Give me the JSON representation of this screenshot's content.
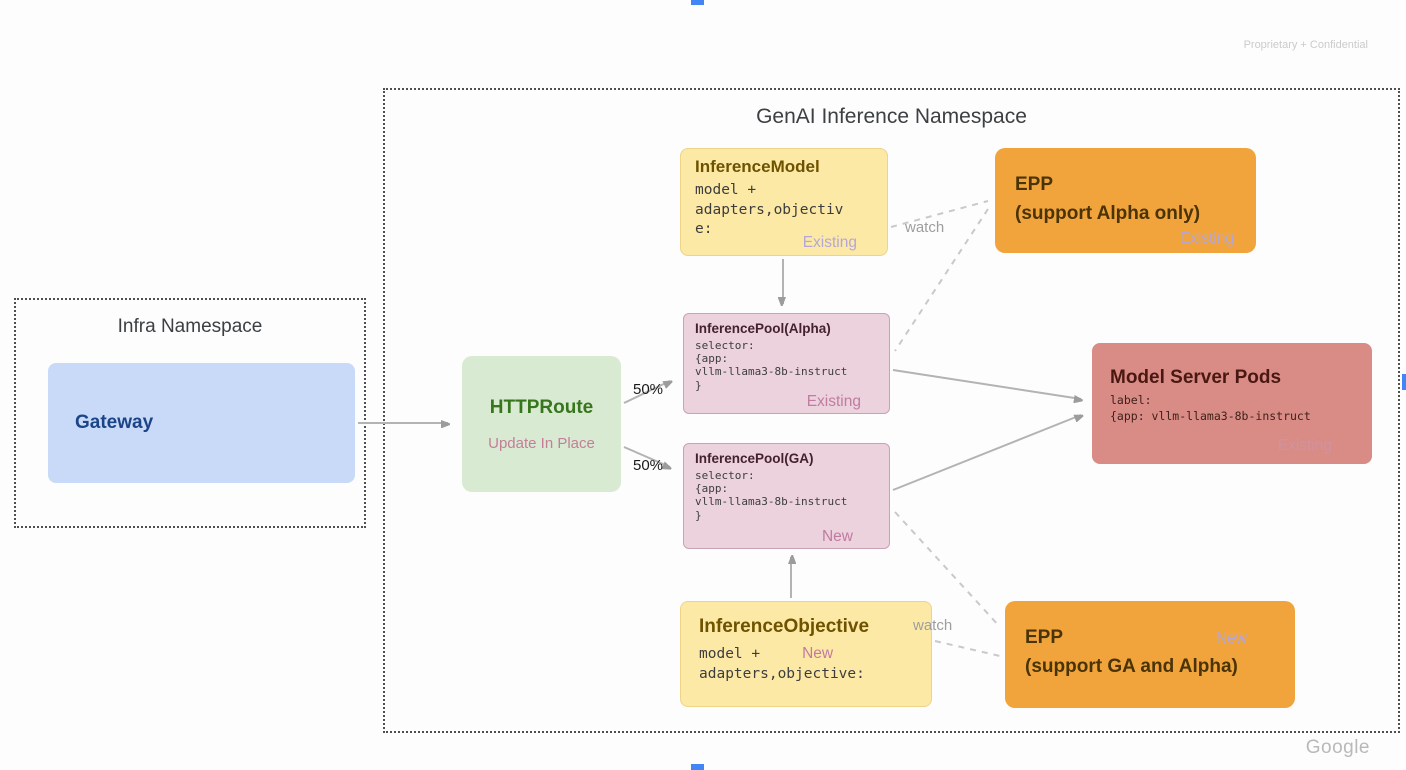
{
  "meta": {
    "confidential": "Proprietary + Confidential",
    "brand": "Google"
  },
  "infra_namespace": {
    "title": "Infra Namespace",
    "gateway": {
      "title": "Gateway"
    }
  },
  "genai_namespace": {
    "title": "GenAI Inference Namespace",
    "httproute": {
      "title": "HTTPRoute",
      "subtitle": "Update In Place"
    },
    "inference_model": {
      "title": "InferenceModel",
      "body_lines": [
        "model +",
        "adapters,objectiv",
        "e:"
      ],
      "status": "Existing"
    },
    "epp_alpha": {
      "title": "EPP",
      "subtitle": "(support Alpha only)",
      "status": "Existing"
    },
    "pool_alpha": {
      "title": "InferencePool(Alpha)",
      "body_lines": [
        "selector:",
        "{app:",
        "vllm-llama3-8b-instruct",
        "}"
      ],
      "status": "Existing"
    },
    "pool_ga": {
      "title": "InferencePool(GA)",
      "body_lines": [
        "selector:",
        "{app:",
        "vllm-llama3-8b-instruct",
        "}"
      ],
      "status": "New"
    },
    "model_server_pods": {
      "title": "Model Server Pods",
      "body_lines": [
        "label:",
        "{app: vllm-llama3-8b-instruct"
      ],
      "status": "Existing"
    },
    "inference_objective": {
      "title": "InferenceObjective",
      "body_line_1": "model +",
      "body_line_2": "adapters,objective:",
      "status": "New"
    },
    "epp_ga": {
      "title": "EPP",
      "subtitle": "(support GA and Alpha)",
      "status": "New"
    }
  },
  "edges": {
    "split_alpha": "50%",
    "split_ga": "50%",
    "watch_top": "watch",
    "watch_bottom": "watch"
  },
  "colors": {
    "gateway_fill": "#c9daf8",
    "httproute_fill": "#d9ead3",
    "crd_fill": "#fce9a6",
    "pool_fill": "#ebd2dd",
    "pods_fill": "#d98c85",
    "epp_fill": "#f1a43c",
    "status_lavender": "#b4a7d6",
    "status_mauve": "#c27ba0",
    "arrow_gray": "#b3b3b3",
    "marker_blue": "#4285f4"
  }
}
